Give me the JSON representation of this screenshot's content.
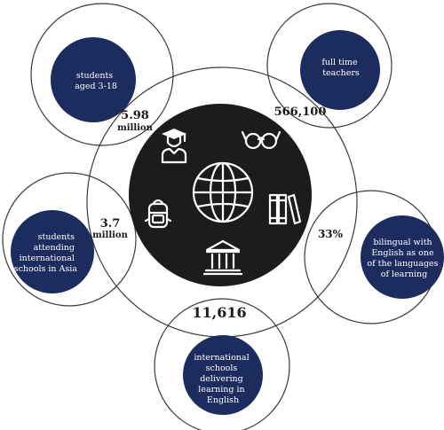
{
  "stats": {
    "students": {
      "value": "5.98",
      "unit": "million",
      "label": [
        "students",
        "aged 3-18"
      ]
    },
    "teachers": {
      "value": "566,100",
      "label": [
        "full time",
        "teachers"
      ]
    },
    "asia": {
      "value": "3.7",
      "unit": "million",
      "label": [
        "students",
        "attending",
        "international",
        "schools in Asia"
      ]
    },
    "bilingual": {
      "value": "33%",
      "label": [
        "bilingual with",
        "English as one",
        "of the languages",
        "of learning"
      ]
    },
    "schools": {
      "value": "11,616",
      "label": [
        "international",
        "schools",
        "delivering",
        "learning in",
        "English"
      ]
    }
  },
  "icons": [
    "graduate-icon",
    "glasses-icon",
    "globe-icon",
    "backpack-icon",
    "books-icon",
    "school-building-icon"
  ],
  "colors": {
    "navy": "#1d2c5e",
    "core": "#1d1b1b",
    "ring": "#3a3a3a"
  }
}
